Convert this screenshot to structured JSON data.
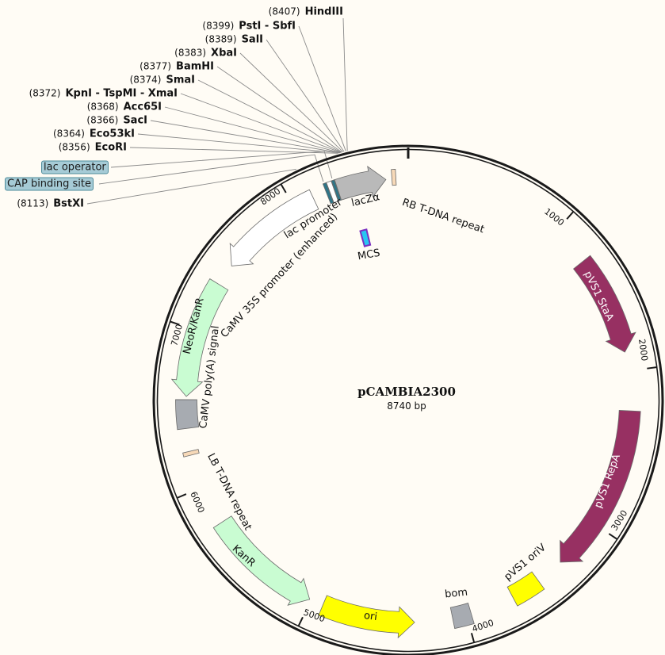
{
  "plasmid": {
    "name": "pCAMBIA2300",
    "length_label": "8740 bp",
    "length_bp": 8740
  },
  "colors": {
    "backbone": "#1a1a1a",
    "pvs1": "#973062",
    "yellow": "#ffff00",
    "green": "#c9fcd2",
    "gray": "#a7abb1",
    "peach": "#f7d9b8",
    "lacz": "#b9b9b9",
    "blue": "#2e7587",
    "mcs": "#28c6f2",
    "mcs_border": "#7a2fc0"
  },
  "ticks": [
    {
      "bp": 1000,
      "label": "1000"
    },
    {
      "bp": 2000,
      "label": "2000"
    },
    {
      "bp": 3000,
      "label": "3000"
    },
    {
      "bp": 4000,
      "label": "4000"
    },
    {
      "bp": 5000,
      "label": "5000"
    },
    {
      "bp": 6000,
      "label": "6000"
    },
    {
      "bp": 7000,
      "label": "7000"
    },
    {
      "bp": 8000,
      "label": "8000"
    }
  ],
  "sites": [
    {
      "pos": "(8407)",
      "name": "HindIII",
      "bp": 8407
    },
    {
      "pos": "(8399)",
      "name": "PstI - SbfI",
      "bp": 8399
    },
    {
      "pos": "(8389)",
      "name": "SalI",
      "bp": 8389
    },
    {
      "pos": "(8383)",
      "name": "XbaI",
      "bp": 8383
    },
    {
      "pos": "(8377)",
      "name": "BamHI",
      "bp": 8377
    },
    {
      "pos": "(8374)",
      "name": "SmaI",
      "bp": 8374
    },
    {
      "pos": "(8372)",
      "name": "KpnI - TspMI - XmaI",
      "bp": 8372
    },
    {
      "pos": "(8368)",
      "name": "Acc65I",
      "bp": 8368
    },
    {
      "pos": "(8366)",
      "name": "SacI",
      "bp": 8366
    },
    {
      "pos": "(8364)",
      "name": "Eco53kI",
      "bp": 8364
    },
    {
      "pos": "(8356)",
      "name": "EcoRI",
      "bp": 8356
    },
    {
      "pos": "(8113)",
      "name": "BstXI",
      "bp": 8113
    }
  ],
  "boxed_labels": [
    {
      "name": "lac operator",
      "bp": 8280
    },
    {
      "name": "CAP binding site",
      "bp": 8225
    }
  ],
  "features": [
    {
      "name": "pVS1 StaA",
      "start": 1250,
      "end": 1880,
      "dir": "fwd",
      "color": "#973062",
      "track": "outer"
    },
    {
      "name": "pVS1 RepA",
      "start": 2250,
      "end": 3320,
      "dir": "fwd",
      "color": "#973062",
      "track": "outer"
    },
    {
      "name": "pVS1 oriV",
      "start": 3500,
      "end": 3690,
      "dir": "none",
      "color": "#ffff00",
      "track": "outer"
    },
    {
      "name": "bom",
      "start": 3970,
      "end": 4090,
      "dir": "none",
      "color": "#a7abb1",
      "track": "outer"
    },
    {
      "name": "ori",
      "start": 4330,
      "end": 4920,
      "dir": "rev",
      "color": "#ffff00",
      "track": "outer"
    },
    {
      "name": "KanR",
      "start": 5010,
      "end": 5750,
      "dir": "rev",
      "color": "#c9fcd2",
      "track": "outer"
    },
    {
      "name": "LB T-DNA repeat",
      "start": 6212,
      "end": 6237,
      "dir": "none",
      "color": "#f7d9b8",
      "track": "thin"
    },
    {
      "name": "CaMV poly(A) signal",
      "start": 6380,
      "end": 6560,
      "dir": "none",
      "color": "#a7abb1",
      "track": "outer"
    },
    {
      "name": "NeoR/KanR",
      "start": 6580,
      "end": 7320,
      "dir": "rev",
      "color": "#c9fcd2",
      "track": "outer"
    },
    {
      "name": "CaMV 35S promoter (enhanced)",
      "start": 7460,
      "end": 8130,
      "dir": "rev",
      "color": "#ffffff",
      "track": "outer"
    },
    {
      "name": "CAP binding site",
      "start": 8218,
      "end": 8238,
      "dir": "none",
      "color": "#2e7587",
      "track": "outer"
    },
    {
      "name": "lac promoter",
      "start": 8240,
      "end": 8270,
      "dir": "none",
      "color": "#ffffff",
      "track": "outer"
    },
    {
      "name": "lac operator",
      "start": 8272,
      "end": 8290,
      "dir": "none",
      "color": "#2e7587",
      "track": "outer"
    },
    {
      "name": "lacZα",
      "start": 8292,
      "end": 8600,
      "dir": "fwd",
      "color": "#b9b9b9",
      "track": "outer"
    },
    {
      "name": "RB T-DNA repeat",
      "start": 8638,
      "end": 8663,
      "dir": "none",
      "color": "#f7d9b8",
      "track": "thin"
    },
    {
      "name": "MCS",
      "start": 8356,
      "end": 8407,
      "dir": "none",
      "color": "#28c6f2",
      "track": "inner"
    }
  ]
}
